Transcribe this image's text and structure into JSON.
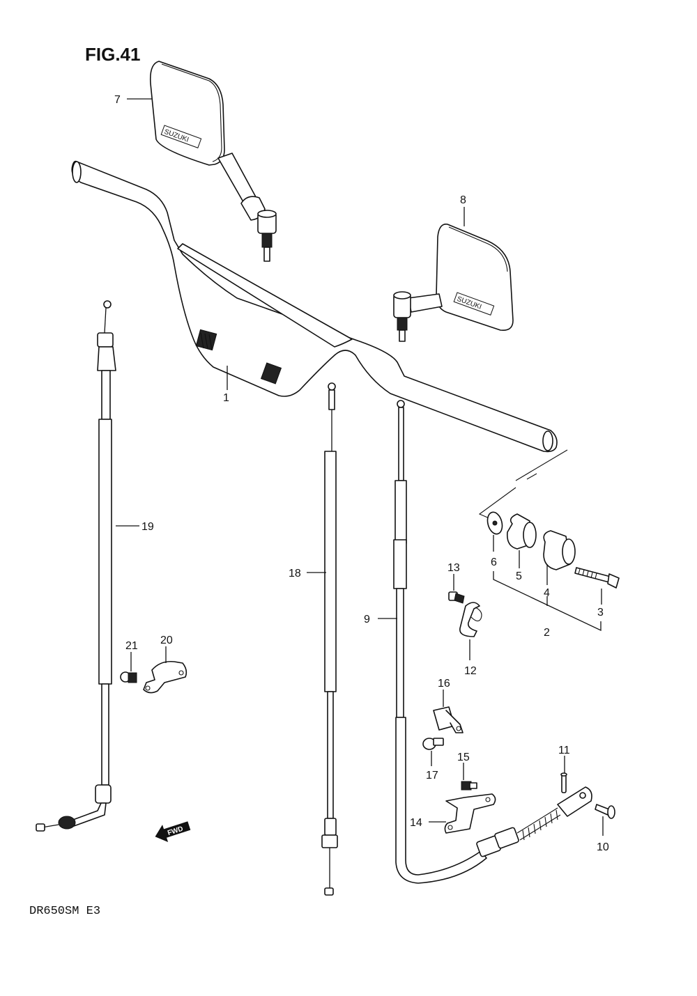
{
  "title": "FIG.41",
  "footer": "DR650SM E3",
  "fwd_label": "FWD",
  "mirror_brand": "SUZUKI",
  "callouts": [
    "1",
    "2",
    "3",
    "4",
    "5",
    "6",
    "7",
    "8",
    "9",
    "10",
    "11",
    "12",
    "13",
    "14",
    "15",
    "16",
    "17",
    "18",
    "19",
    "20",
    "21"
  ]
}
